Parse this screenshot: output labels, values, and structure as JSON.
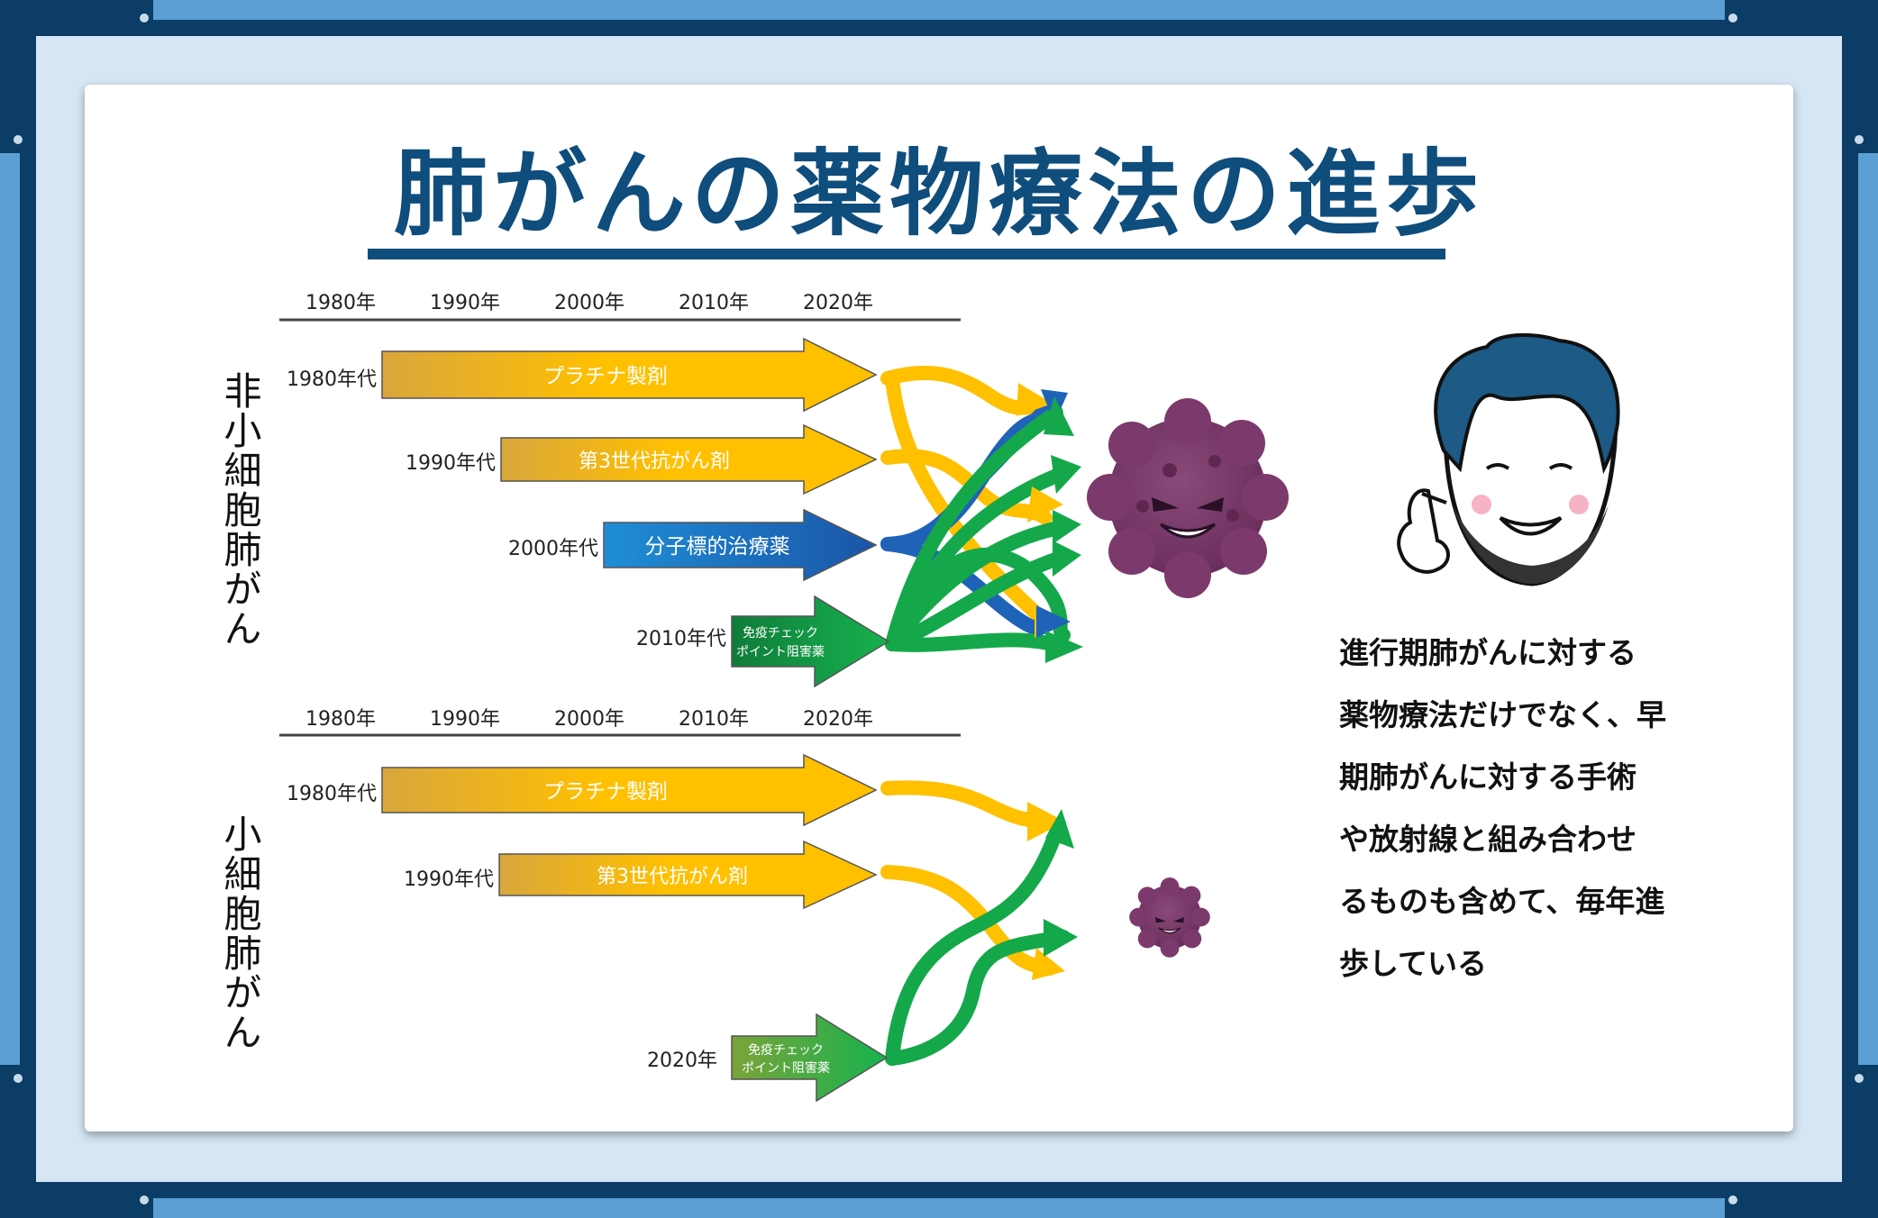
{
  "title": "肺がんの薬物療法の進歩",
  "colors": {
    "dark_navy": "#0b3d66",
    "light_blue": "#5b9fd4",
    "title_blue": "#0f4d7d",
    "yellow": "#ffc000",
    "blue": "#1f63b8",
    "green": "#14a84a",
    "cancer_purple": "#7b3a6b"
  },
  "nsclc": {
    "label": "非小細胞肺がん",
    "years": [
      "1980年",
      "1990年",
      "2000年",
      "2010年",
      "2020年"
    ],
    "therapies": [
      {
        "decade": "1980年代",
        "name": "プラチナ製剤",
        "color": "yellow"
      },
      {
        "decade": "1990年代",
        "name": "第3世代抗がん剤",
        "color": "yellow"
      },
      {
        "decade": "2000年代",
        "name": "分子標的治療薬",
        "color": "blue"
      },
      {
        "decade": "2010年代",
        "name_line1": "免疫チェック",
        "name_line2": "ポイント阻害薬",
        "color": "green"
      }
    ]
  },
  "sclc": {
    "label": "小細胞肺がん",
    "years": [
      "1980年",
      "1990年",
      "2000年",
      "2010年",
      "2020年"
    ],
    "therapies": [
      {
        "decade": "1980年代",
        "name": "プラチナ製剤",
        "color": "yellow"
      },
      {
        "decade": "1990年代",
        "name": "第3世代抗がん剤",
        "color": "yellow"
      },
      {
        "decade": "2020年",
        "name_line1": "免疫チェック",
        "name_line2": "ポイント阻害薬",
        "color": "green"
      }
    ]
  },
  "speech_lines": [
    "進行期肺がんに対する",
    "薬物療法だけでなく、早",
    "期肺がんに対する手術",
    "や放射線と組み合わせ",
    "るものも含めて、毎年進",
    "歩している"
  ]
}
